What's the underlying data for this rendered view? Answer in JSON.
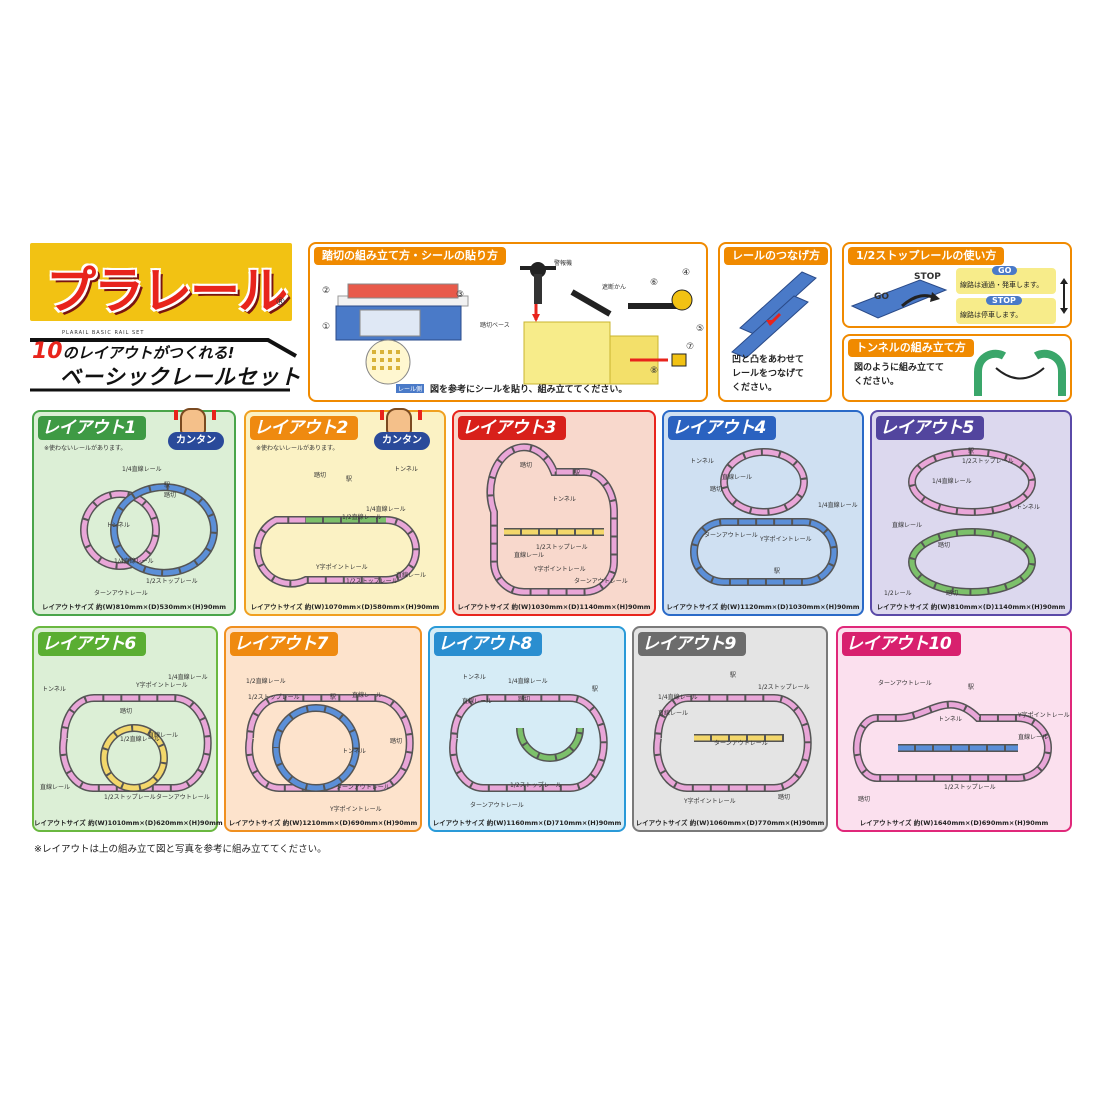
{
  "logo": {
    "text": "プラレール",
    "reg": "®"
  },
  "set": {
    "small": "PLARAIL BASIC RAIL SET",
    "count": "10",
    "line1": "のレイアウトがつくれる!",
    "line2": "ベーシックレールセット"
  },
  "crossing_panel": {
    "title": "踏切の組み立て方・シールの貼り方",
    "labels": [
      "警報機",
      "遮断かん",
      "踏切ベース",
      "レール側"
    ],
    "numbers": [
      "①",
      "②",
      "③",
      "④",
      "⑤",
      "⑥",
      "⑦",
      "⑧"
    ],
    "caption": "図を参考にシールを貼り、組み立ててください。"
  },
  "connect_panel": {
    "title": "レールのつなげ方",
    "caption_line1": "凹と凸をあわせて",
    "caption_line2": "レールをつなげて",
    "caption_line3": "ください。"
  },
  "stop_panel": {
    "title": "1/2ストップレールの使い方",
    "stop_label": "STOP",
    "go_label": "GO",
    "go_badge": "GO",
    "go_text": "線路は通過・発車します。",
    "stop_badge": "STOP",
    "stop_text": "線路は停車します。"
  },
  "tunnel_panel": {
    "title": "トンネルの組み立て方",
    "caption_line1": "図のように組み立てて",
    "caption_line2": "ください。"
  },
  "easy_badge": "カンタン",
  "layouts": [
    {
      "title": "レイアウト1",
      "note": "※使わないレールがあります。",
      "size": "レイアウトサイズ 約(W)810mm×(D)530mm×(H)90mm",
      "labels": [
        "1/4直線レール",
        "駅",
        "踏切",
        "トンネル",
        "1/4直線レール",
        "1/2ストップレール",
        "ターンアウトレール"
      ]
    },
    {
      "title": "レイアウト2",
      "note": "※使わないレールがあります。",
      "size": "レイアウトサイズ 約(W)1070mm×(D)580mm×(H)90mm",
      "labels": [
        "トンネル",
        "踏切",
        "駅",
        "1/4直線レール",
        "1/2直線レール",
        "Y字ポイントレール",
        "1/2ストップレール",
        "直線レール"
      ]
    },
    {
      "title": "レイアウト3",
      "note": "",
      "size": "レイアウトサイズ 約(W)1030mm×(D)1140mm×(H)90mm",
      "labels": [
        "踏切",
        "駅",
        "トンネル",
        "直線レール",
        "1/2ストップレール",
        "Y字ポイントレール",
        "ターンアウトレール"
      ]
    },
    {
      "title": "レイアウト4",
      "note": "",
      "size": "レイアウトサイズ 約(W)1120mm×(D)1030mm×(H)90mm",
      "labels": [
        "トンネル",
        "直線レール",
        "踏切",
        "1/4直線レール",
        "ターンアウトレール",
        "Y字ポイントレール",
        "駅"
      ]
    },
    {
      "title": "レイアウト5",
      "note": "",
      "size": "レイアウトサイズ 約(W)810mm×(D)1140mm×(H)90mm",
      "labels": [
        "駅",
        "1/2ストップレール",
        "1/4直線レール",
        "直線レール",
        "トンネル",
        "踏切",
        "1/2レール",
        "踏切"
      ]
    },
    {
      "title": "レイアウト6",
      "note": "",
      "size": "レイアウトサイズ 約(W)1010mm×(D)620mm×(H)90mm",
      "labels": [
        "1/4直線レール",
        "Y字ポイントレール",
        "トンネル",
        "1/2直線レール",
        "直線レール",
        "踏切",
        "直線レール",
        "1/2ストップレール",
        "ターンアウトレール"
      ]
    },
    {
      "title": "レイアウト7",
      "note": "",
      "size": "レイアウトサイズ 約(W)1210mm×(D)690mm×(H)90mm",
      "labels": [
        "1/2直線レール",
        "1/2ストップレール",
        "駅",
        "直線レール",
        "トンネル",
        "踏切",
        "ターンアウトレール",
        "Y字ポイントレール"
      ]
    },
    {
      "title": "レイアウト8",
      "note": "",
      "size": "レイアウトサイズ 約(W)1160mm×(D)710mm×(H)90mm",
      "labels": [
        "トンネル",
        "1/4直線レール",
        "直線レール",
        "踏切",
        "駅",
        "ターンアウトレール",
        "1/2ストップレール"
      ]
    },
    {
      "title": "レイアウト9",
      "note": "",
      "size": "レイアウトサイズ 約(W)1060mm×(D)770mm×(H)90mm",
      "labels": [
        "駅",
        "1/2ストップレール",
        "1/4直線レール",
        "直線レール",
        "ターンアウトレール",
        "Y字ポイントレール",
        "踏切"
      ]
    },
    {
      "title": "レイアウト10",
      "note": "",
      "size": "レイアウトサイズ 約(W)1640mm×(D)690mm×(H)90mm",
      "labels": [
        "ターンアウトレール",
        "駅",
        "トンネル",
        "Y字ポイントレール",
        "直線レール",
        "踏切",
        "1/2ストップレール"
      ]
    }
  ],
  "footer_note": "※レイアウトは上の組み立て図と写真を参考に組み立ててください。",
  "colors": {
    "orange": "#f08a00",
    "logo_yellow": "#f2c213",
    "logo_red": "#e8241c",
    "rail_pink": "#e9a6d8",
    "rail_blue": "#5b8fd8",
    "rail_green": "#7cc06a",
    "rail_yellow": "#f3d76b"
  }
}
